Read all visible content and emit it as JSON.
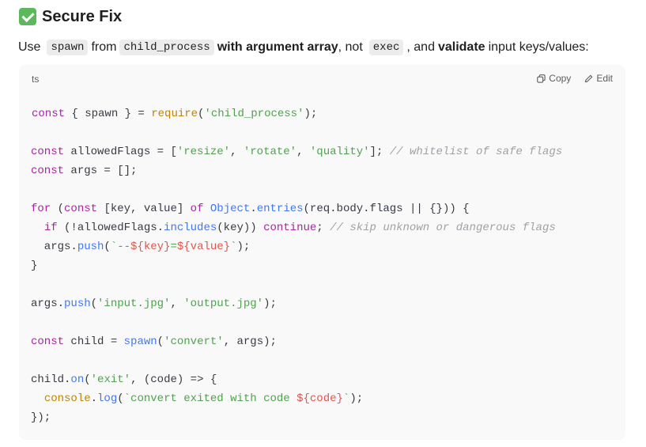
{
  "heading": {
    "text": "Secure Fix"
  },
  "paragraph": {
    "t1": "Use",
    "c1": "spawn",
    "t2": "from",
    "c2": "child_process",
    "b1": "with argument array",
    "t3": ", not",
    "c3": "exec",
    "t4": ", and",
    "b2": "validate",
    "t5": "input keys/values:"
  },
  "codeblock": {
    "language": "ts",
    "copy_label": "Copy",
    "edit_label": "Edit",
    "tokens": {
      "l1": [
        "const",
        " { spawn } = ",
        "require",
        "(",
        "'child_process'",
        ");"
      ],
      "l3": [
        "const",
        " allowedFlags = [",
        "'resize'",
        ", ",
        "'rotate'",
        ", ",
        "'quality'",
        "]; ",
        "// whitelist of safe flags"
      ],
      "l4": [
        "const",
        " args = [];"
      ],
      "l6": [
        "for",
        " (",
        "const",
        " [key, value] ",
        "of",
        " ",
        "Object",
        ".",
        "entries",
        "(req.body.flags || {})) {"
      ],
      "l7": [
        "  ",
        "if",
        " (!allowedFlags.",
        "includes",
        "(key)) ",
        "continue",
        "; ",
        "// skip unknown or dangerous flags"
      ],
      "l8": [
        "  args.",
        "push",
        "(",
        "`--",
        "${key}",
        "=",
        "${value}",
        "`",
        ");"
      ],
      "l9": [
        "}"
      ],
      "l11": [
        "args.",
        "push",
        "(",
        "'input.jpg'",
        ", ",
        "'output.jpg'",
        ");"
      ],
      "l13": [
        "const",
        " child = ",
        "spawn",
        "(",
        "'convert'",
        ", args);"
      ],
      "l15": [
        "child.",
        "on",
        "(",
        "'exit'",
        ", (code) => {"
      ],
      "l16": [
        "  ",
        "console",
        ".",
        "log",
        "(",
        "`convert exited with code ",
        "${code}",
        "`",
        ");"
      ],
      "l17": [
        "});"
      ]
    }
  },
  "colors": {
    "keyword": "#a626a4",
    "string": "#50a14f",
    "comment": "#a0a1a7",
    "function": "#4078f2",
    "builtin": "#c18401",
    "interpolation": "#e45649",
    "code_background": "#f9f9f9",
    "inline_code_background": "#ececec",
    "check_icon": "#5cb85c"
  },
  "icons": {
    "heading": "check-mark-icon",
    "copy": "copy-icon",
    "edit": "pencil-icon"
  }
}
